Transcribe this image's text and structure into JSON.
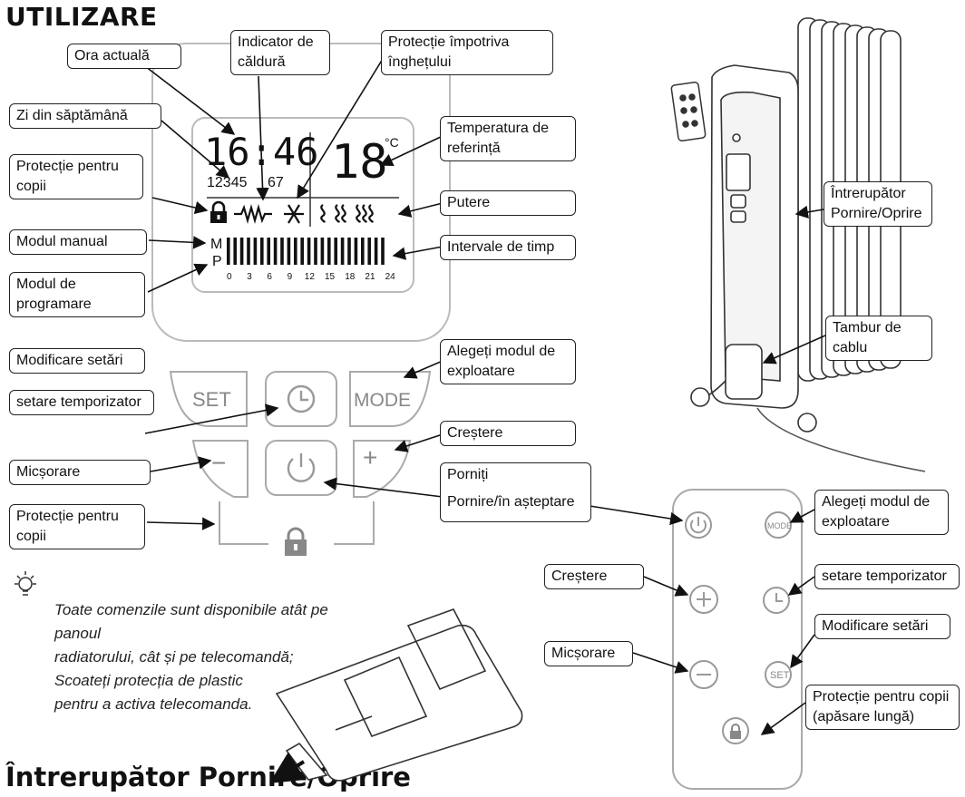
{
  "headings": {
    "top": "UTILIZARE",
    "bottom": "Întrerupător Pornire/Oprire"
  },
  "lcd": {
    "time": "16:46",
    "days_a": "12345",
    "days_b": "67",
    "temperature": "18",
    "unit": "°C",
    "mode_manual": "M",
    "mode_program": "P",
    "hours": [
      "0",
      "3",
      "6",
      "9",
      "12",
      "15",
      "18",
      "21",
      "24"
    ]
  },
  "buttons": {
    "set": "SET",
    "mode": "MODE",
    "minus": "−",
    "plus": "+"
  },
  "remote_buttons": {
    "mode": "MODE",
    "set": "SET"
  },
  "labels": {
    "ora_actuala": "Ora actuală",
    "indicator": "Indicator de căldură",
    "protectie_inghet": "Protecție împotriva înghețului",
    "zi": "Zi din săptămână",
    "temp_ref": "Temperatura de referință",
    "protectie_copii": "Protecție pentru copii",
    "putere": "Putere",
    "modul_manual": "Modul manual",
    "intervale": "Intervale de timp",
    "modul_program": "Modul de programare",
    "modificare": "Modificare setări",
    "alegeti": "Alegeți modul de exploatare",
    "setare_temp": "setare temporizator",
    "crestere": "Creștere",
    "micsorare": "Micșorare",
    "porniti": "Porniți",
    "pornire_asteptare": "Pornire/în așteptare",
    "protectie_copii2": "Protecție pentru copii",
    "intrerupator": "Întrerupător Pornire/Oprire",
    "tambur": "Tambur de cablu",
    "r_alegeti": "Alegeți modul de exploatare",
    "r_setare_temp": "setare temporizator",
    "r_modificare": "Modificare setări",
    "r_crestere": "Creștere",
    "r_micsorare": "Micșorare",
    "r_protectie": "Protecție pentru copii (apăsare lungă)"
  },
  "note": {
    "line1": "Toate comenzile sunt disponibile atât pe panoul",
    "line2": "radiatorului, cât și pe telecomandă;",
    "line3": "Scoateți protecția de plastic",
    "line4": "pentru a activa telecomanda."
  }
}
